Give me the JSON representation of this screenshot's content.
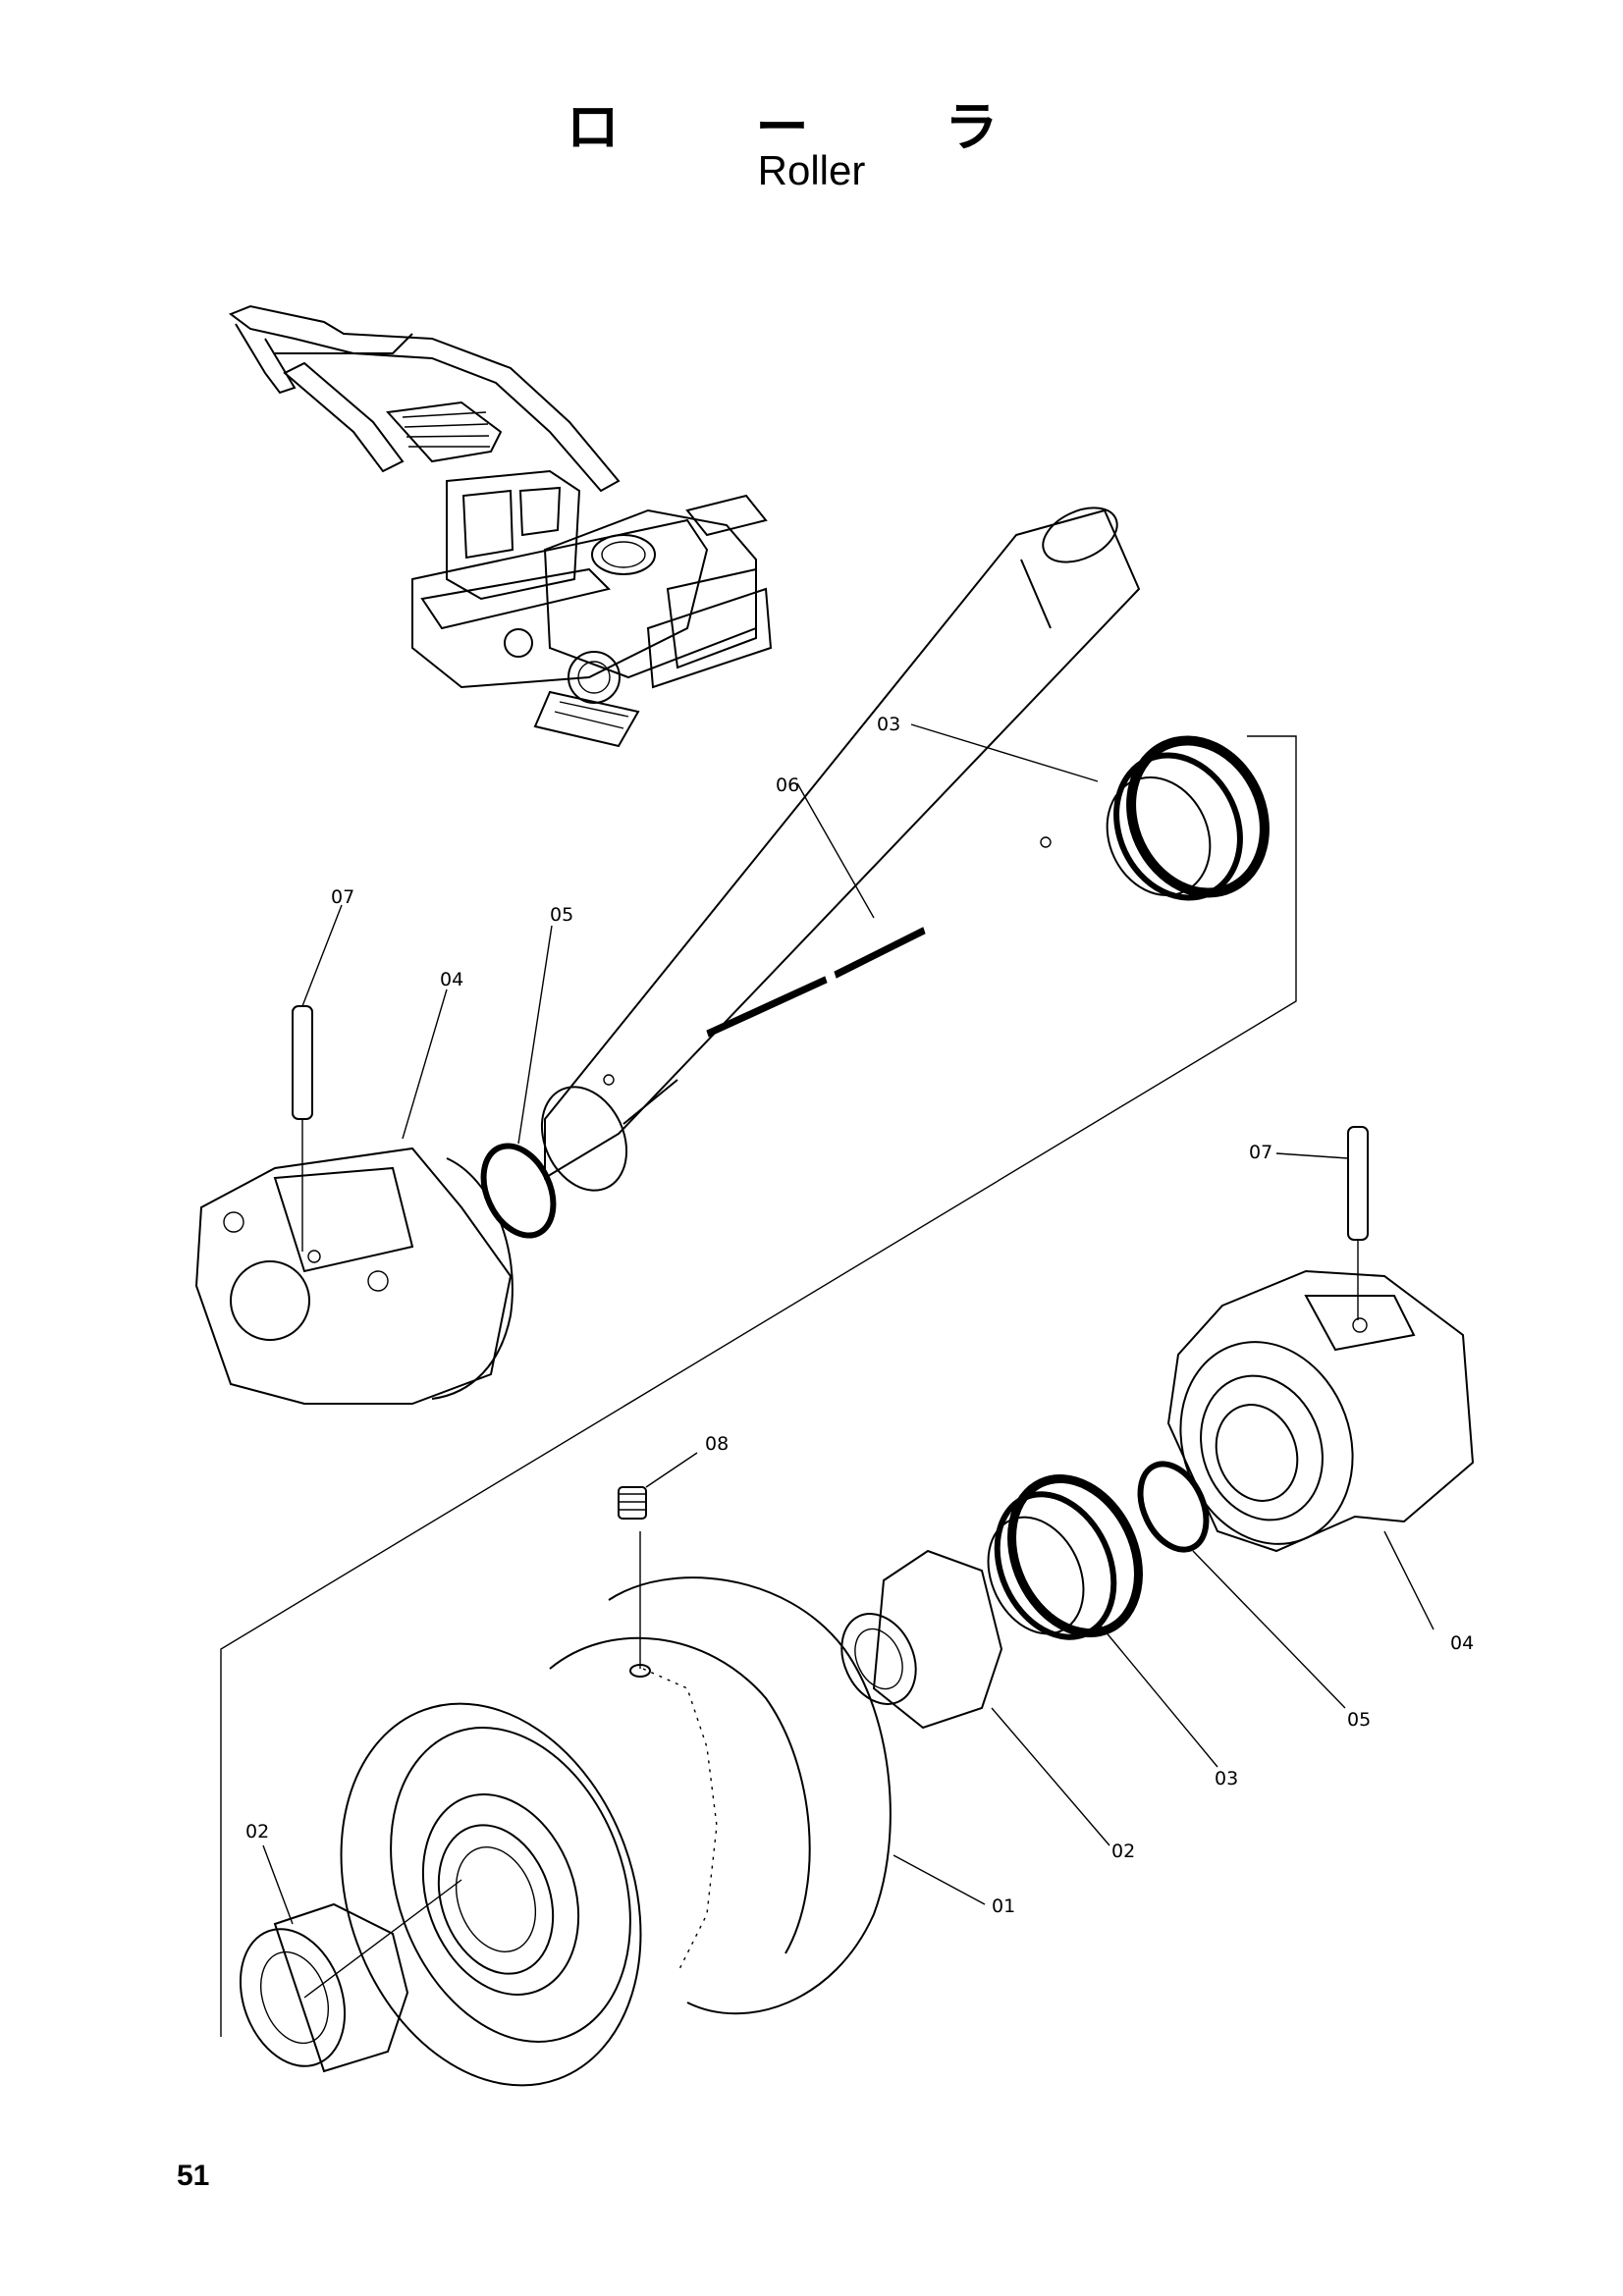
{
  "title": {
    "japanese": "ロ ー ラ",
    "english": "Roller"
  },
  "page_number": "51",
  "callouts": {
    "c01": "01",
    "c02a": "02",
    "c02b": "02",
    "c03a": "03",
    "c03b": "03",
    "c04a": "04",
    "c04b": "04",
    "c05a": "05",
    "c05b": "05",
    "c06": "06",
    "c07a": "07",
    "c07b": "07",
    "c08": "08"
  }
}
